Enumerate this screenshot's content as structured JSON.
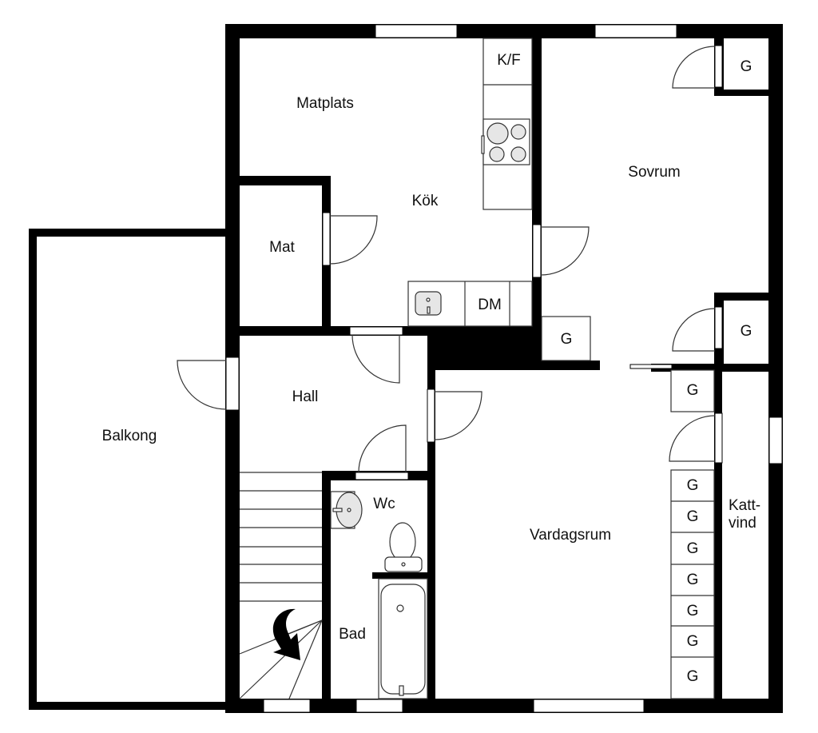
{
  "plan": {
    "rooms": {
      "matplats": "Matplats",
      "kok": "Kök",
      "kf": "K/F",
      "mat": "Mat",
      "dm": "DM",
      "sovrum": "Sovrum",
      "hall": "Hall",
      "balkong": "Balkong",
      "wc": "Wc",
      "bad": "Bad",
      "vardagsrum": "Vardagsrum",
      "kattvind_1": "Katt-",
      "kattvind_2": "vind"
    },
    "closets": {
      "sovrum_top": "G",
      "sovrum_bottom": "G",
      "kok_corner": "G",
      "vardagsrum_top": "G",
      "wardrobe_column": [
        "G",
        "G",
        "G",
        "G",
        "G",
        "G",
        "G"
      ]
    },
    "colors": {
      "wall": "#000000",
      "background": "#ffffff",
      "fixture": "#e6e6e6"
    }
  }
}
